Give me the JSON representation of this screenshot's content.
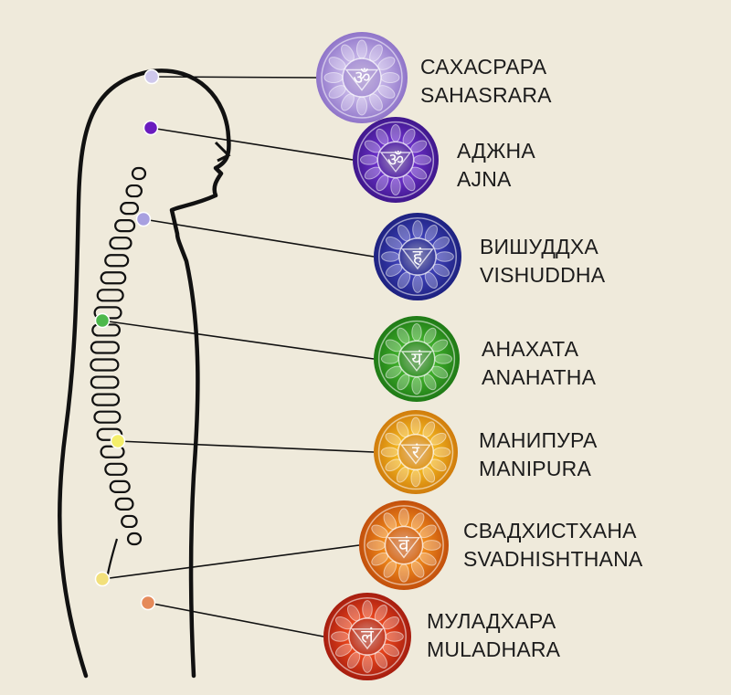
{
  "chakras": [
    {
      "ru": "САХАСРАРА",
      "en": "SAHASRARA",
      "glyph": "ॐ",
      "color": "#c3b2e6",
      "dark": "#8f74c9",
      "dot": "#cfc8ec"
    },
    {
      "ru": "АДЖНА",
      "en": "AJNA",
      "glyph": "ॐ",
      "color": "#6a2fc8",
      "dark": "#3f178c",
      "dot": "#6a1bbf"
    },
    {
      "ru": "ВИШУДДХА",
      "en": "VISHUDDHA",
      "glyph": "हं",
      "color": "#3d3fb5",
      "dark": "#1d2180",
      "dot": "#a8a0e0"
    },
    {
      "ru": "АНАХАТА",
      "en": "ANAHATHA",
      "glyph": "यं",
      "color": "#3fae2a",
      "dark": "#1f7a16",
      "dot": "#4cb84a"
    },
    {
      "ru": "МАНИПУРА",
      "en": "MANIPURA",
      "glyph": "रं",
      "color": "#f2b520",
      "dark": "#d07c0c",
      "dot": "#f4ee6a"
    },
    {
      "ru": "СВАДХИСТХАНА",
      "en": "SVADHISHTHANA",
      "glyph": "वं",
      "color": "#f08a1c",
      "dark": "#c24f0c",
      "dot": "#f2e07a"
    },
    {
      "ru": "МУЛАДХАРА",
      "en": "MULADHARA",
      "glyph": "लं",
      "color": "#e8451c",
      "dark": "#a61d0f",
      "dot": "#e58a5a"
    }
  ]
}
